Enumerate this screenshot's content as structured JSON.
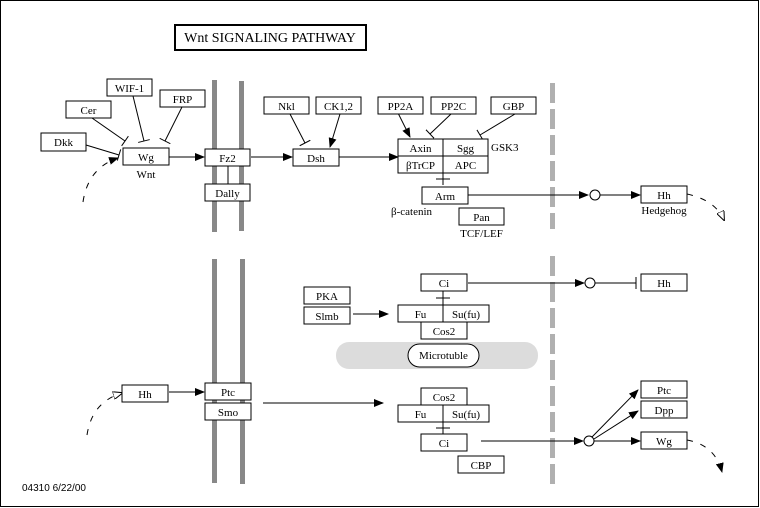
{
  "title": "Wnt SIGNALING PATHWAY",
  "footer": "04310 6/22/00",
  "colors": {
    "membrane": "#888888",
    "nuclear_envelope": "#b0b0b0",
    "microtubule_band": "#dcdcdc",
    "node_border": "#000000",
    "background": "#ffffff"
  },
  "wnt_branch": {
    "inhibitors": {
      "dkk": "Dkk",
      "cer": "Cer",
      "wif1": "WIF-1",
      "frp": "FRP"
    },
    "wg": "Wg",
    "wg_caption": "Wnt",
    "fz2": "Fz2",
    "dally": "Dally",
    "nkl": "Nkl",
    "ck12": "CK1,2",
    "dsh": "Dsh",
    "pp2a": "PP2A",
    "pp2c": "PP2C",
    "gbp": "GBP",
    "complex": {
      "axin": "Axin",
      "sgg": "Sgg",
      "btrcp": "βTrCP",
      "apc": "APC",
      "caption": "GSK3"
    },
    "arm": "Arm",
    "arm_caption": "β-catenin",
    "pan": "Pan",
    "pan_caption": "TCF/LEF",
    "target_hh": "Hh",
    "target_hh_caption": "Hedgehog"
  },
  "hh_branch": {
    "hh": "Hh",
    "ptc": "Ptc",
    "smo": "Smo",
    "pka": "PKA",
    "slmb": "Slmb",
    "ci_top": "Ci",
    "fu_top": "Fu",
    "sufu_top": "Su(fu)",
    "cos2_top": "Cos2",
    "microtubule": "Microtuble",
    "cos2_bottom": "Cos2",
    "fu_bottom": "Fu",
    "sufu_bottom": "Su(fu)",
    "ci_bottom": "Ci",
    "cbp": "CBP",
    "target_hh_repressed": "Hh",
    "targets": {
      "ptc": "Ptc",
      "dpp": "Dpp",
      "wg": "Wg"
    }
  }
}
